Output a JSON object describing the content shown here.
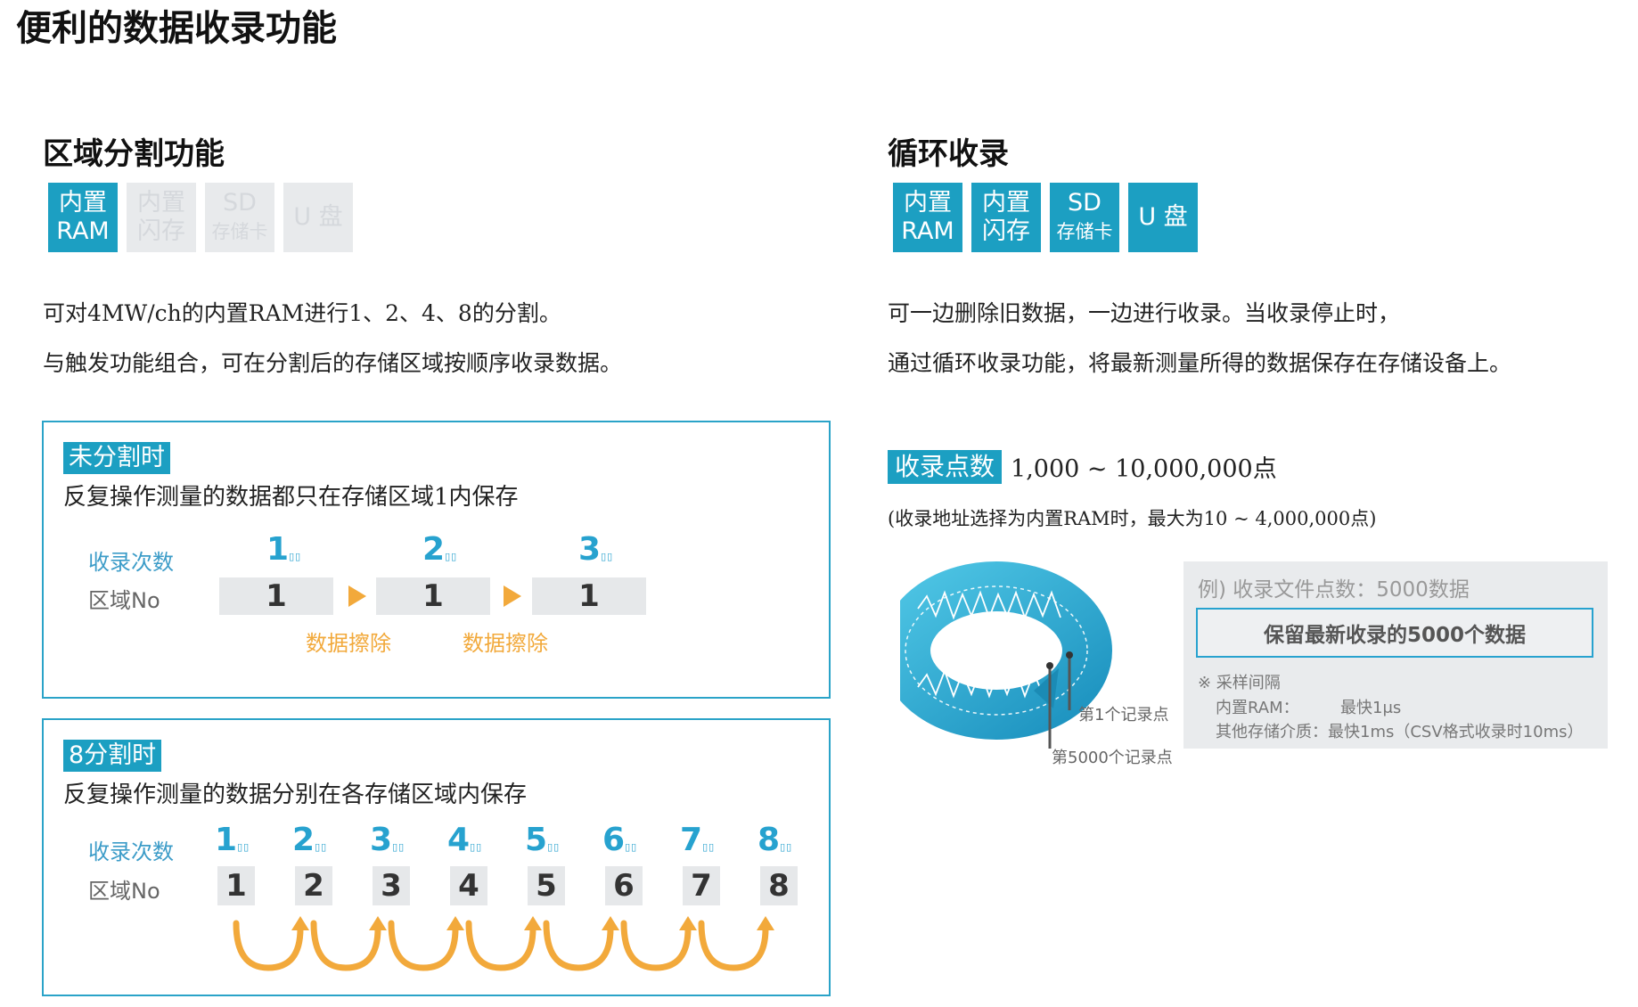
{
  "page_title": "便利的数据收录功能",
  "left": {
    "title": "区域分割功能",
    "badges": [
      {
        "l1": "内置",
        "l2": "RAM",
        "active": true
      },
      {
        "l1": "内置",
        "l2": "闪存",
        "active": false
      },
      {
        "l1": "SD",
        "l2": "存储卡",
        "active": false
      },
      {
        "l1": "U 盘",
        "l2": "",
        "active": false
      }
    ],
    "para1": "可对4MW/ch的内置RAM进行1、2、4、8的分割。",
    "para2": "与触发功能组合，可在分割后的存储区域按顺序收录数据。",
    "box1": {
      "tag": "未分割时",
      "desc": "反复操作测量的数据都只在存储区域1内保存",
      "row1_label": "收录次数",
      "row2_label": "区域No",
      "counts": [
        "1",
        "2",
        "3"
      ],
      "areas": [
        "1",
        "1",
        "1"
      ],
      "erase": [
        "数据擦除",
        "数据擦除"
      ]
    },
    "box2": {
      "tag": "8分割时",
      "desc": "反复操作测量的数据分别在各存储区域内保存",
      "row1_label": "收录次数",
      "row2_label": "区域No",
      "counts": [
        "1",
        "2",
        "3",
        "4",
        "5",
        "6",
        "7",
        "8"
      ],
      "areas": [
        "1",
        "2",
        "3",
        "4",
        "5",
        "6",
        "7",
        "8"
      ]
    }
  },
  "right": {
    "title": "循环收录",
    "badges": [
      {
        "l1": "内置",
        "l2": "RAM",
        "active": true
      },
      {
        "l1": "内置",
        "l2": "闪存",
        "active": true
      },
      {
        "l1": "SD",
        "l2": "存储卡",
        "active": true
      },
      {
        "l1": "U 盘",
        "l2": "",
        "active": true
      }
    ],
    "para1": "可一边删除旧数据，一边进行收录。当收录停止时，",
    "para2": "通过循环收录功能，将最新测量所得的数据保存在存储设备上。",
    "points_tag": "收录点数",
    "points_value": "1,000 ~ 10,000,000点",
    "points_note": "(收录地址选择为内置RAM时，最大为10 ~ 4,000,000点)",
    "example": {
      "title": "例) 收录文件点数：5000数据",
      "highlight": "保留最新收录的5000个数据",
      "note_head": "※ 采样间隔",
      "note_ram_label": "内置RAM：",
      "note_ram_value": "最快1μs",
      "note_other": "其他存储介质：最快1ms（CSV格式收录时10ms）"
    },
    "ring_label_1": "第1个记录点",
    "ring_label_2": "第5000个记录点"
  }
}
